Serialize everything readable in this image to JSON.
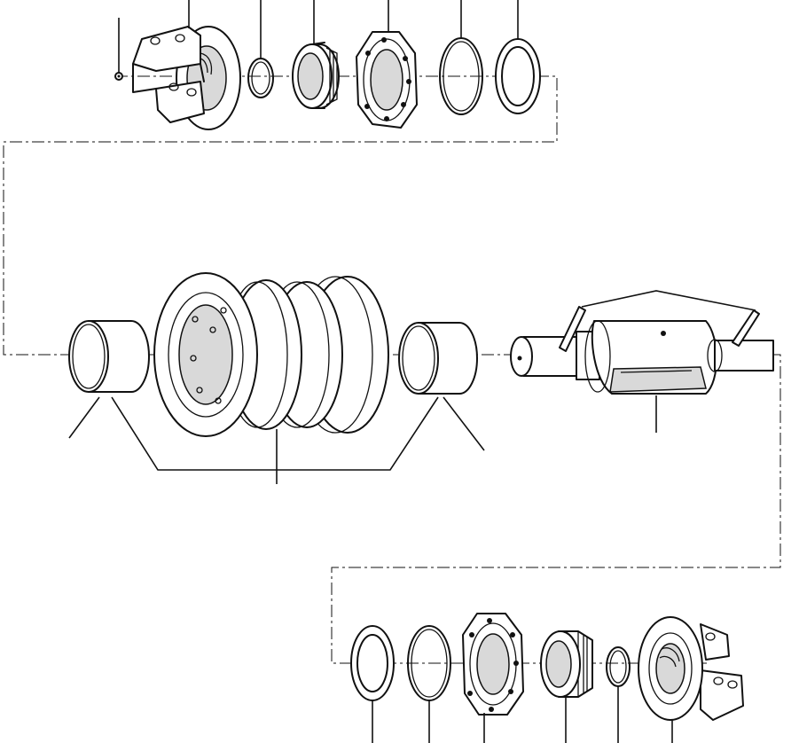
{
  "figure": {
    "type": "exploded-parts-diagram",
    "assemblies": [
      {
        "name": "upper-end-group",
        "parts": [
          "plug",
          "end-collar",
          "o-ring",
          "floating-seal",
          "seal-retainer",
          "o-ring",
          "thrust-washer"
        ]
      },
      {
        "name": "roller-group",
        "parts": [
          "bushing",
          "roller-body",
          "bushing"
        ]
      },
      {
        "name": "shaft-group",
        "parts": [
          "pins",
          "shaft"
        ]
      },
      {
        "name": "lower-end-group",
        "parts": [
          "thrust-washer",
          "o-ring",
          "seal-retainer",
          "floating-seal",
          "o-ring",
          "end-collar"
        ]
      }
    ],
    "callout_labels": []
  },
  "colors": {
    "ink": "#111111",
    "paper": "#ffffff",
    "shade": "#d9d9d9"
  }
}
